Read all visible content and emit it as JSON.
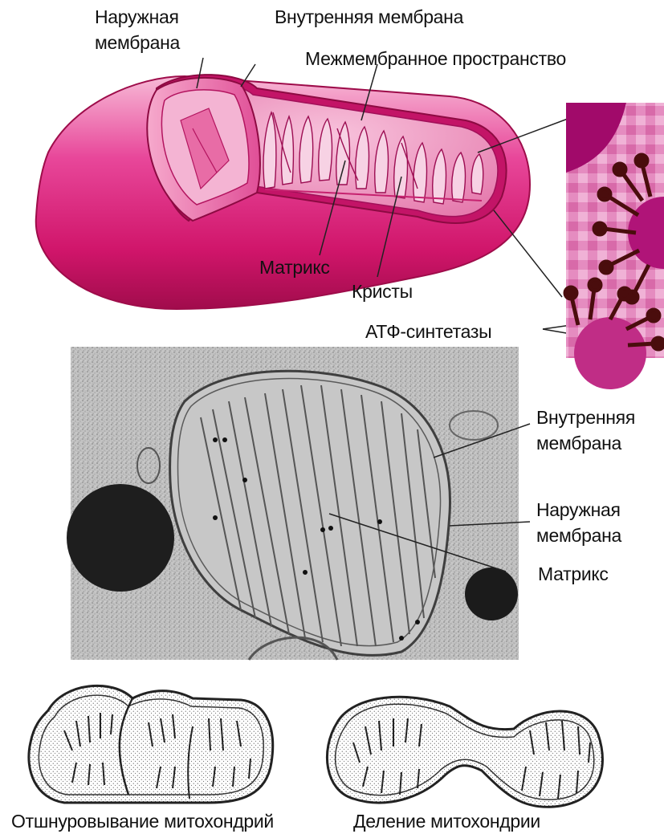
{
  "diagram": {
    "labels": {
      "outer_membrane_top": "Наружная мембрана",
      "outer_membrane_top_line1": "Наружная",
      "outer_membrane_top_line2": "мембрана",
      "inner_membrane_top": "Внутренняя мембрана",
      "intermembrane_space": "Межмембранное пространство",
      "matrix_top": "Матрикс",
      "cristae": "Кристы",
      "atp_synthases": "АТФ-синтетазы",
      "inner_membrane_micro_line1": "Внутренняя",
      "inner_membrane_micro_line2": "мембрана",
      "outer_membrane_micro_line1": "Наружная",
      "outer_membrane_micro_line2": "мембрана",
      "matrix_micro": "Матрикс",
      "constriction": "Отшнуровывание митохондрий",
      "division": "Деление митохондрии"
    },
    "colors": {
      "mito_pink": "#d9186f",
      "mito_light": "#f29ac4",
      "mito_dark": "#a8104f",
      "atp_stalk": "#4a0d0d",
      "micrograph_bg": "#b9b9b9",
      "ink": "#111111"
    }
  }
}
